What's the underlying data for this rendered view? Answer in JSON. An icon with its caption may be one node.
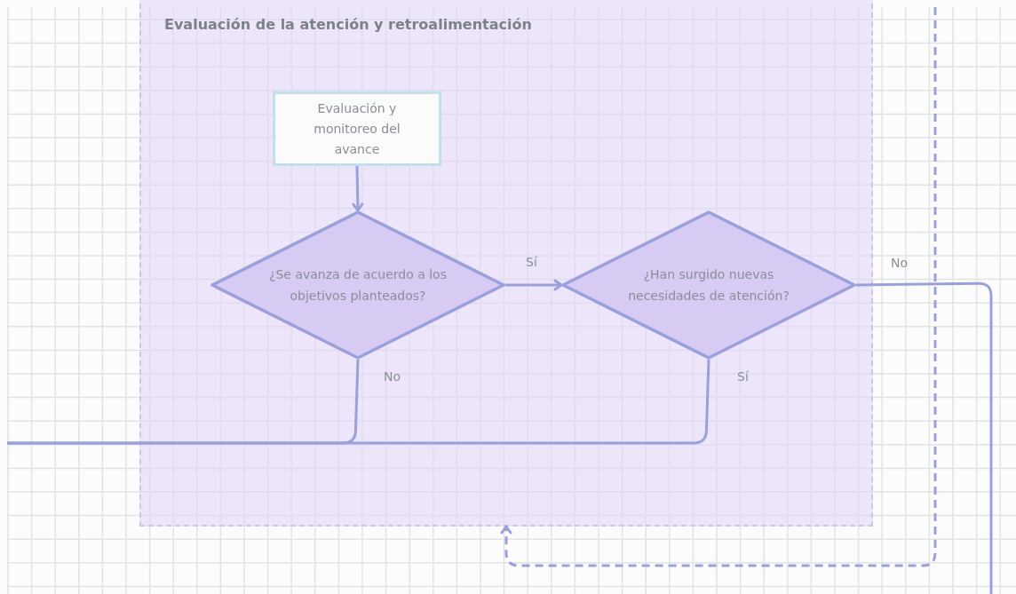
{
  "diagram": {
    "nodes": [
      {
        "text": [
          "Evaluación de la atención y retroalimentación"
        ]
      },
      {
        "text": [
          "Evaluación y monitoreo del avance"
        ],
        "in": 0
      },
      {
        "text": [
          "¿Se avanza de acuerdo a los objetivos planteados?"
        ],
        "in": 0
      },
      {
        "text": [
          "¿Han surgido nuevas necesidades de atención?"
        ],
        "in": 0
      }
    ],
    "edges": [
      {
        "from": 1,
        "to": 2,
        "arrow": "to"
      },
      {
        "from": 2,
        "to": 3,
        "arrow": "to",
        "label": "Sí"
      },
      {
        "from": 2,
        "to": null,
        "arrow": "none",
        "label": "No"
      },
      {
        "from": 3,
        "to": null,
        "arrow": "none",
        "label": "Sí"
      },
      {
        "from": 3,
        "to": null,
        "arrow": "none",
        "label": "No"
      },
      {
        "from": null,
        "to": 0,
        "arrow": "to",
        "style": "dashed"
      }
    ]
  }
}
